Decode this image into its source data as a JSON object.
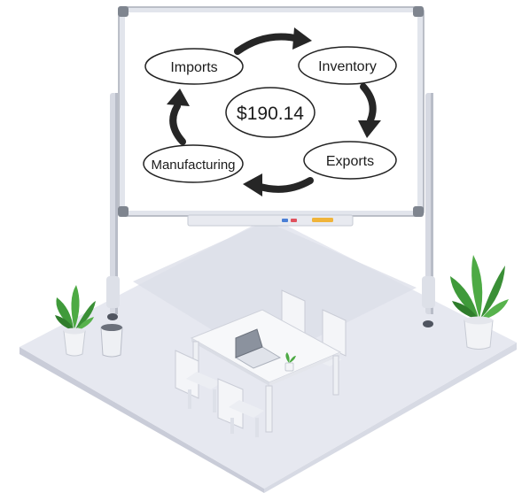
{
  "diagram": {
    "center_value": "$190.14",
    "nodes": [
      {
        "id": "imports",
        "label": "Imports"
      },
      {
        "id": "inventory",
        "label": "Inventory"
      },
      {
        "id": "exports",
        "label": "Exports"
      },
      {
        "id": "manufacturing",
        "label": "Manufacturing"
      }
    ],
    "flow": [
      "Imports",
      "Inventory",
      "Exports",
      "Manufacturing",
      "Imports"
    ]
  },
  "scene": {
    "objects": [
      "whiteboard",
      "marker-tray",
      "conference-table",
      "chairs",
      "laptop",
      "potted-plants",
      "waste-bin"
    ]
  },
  "colors": {
    "board_frame": "#7f858f",
    "board_surface": "#ffffff",
    "floor_top": "#e4e6ee",
    "floor_side": "#cdd0dc",
    "arrow": "#262626",
    "plant_leaf": "#3f9a3a",
    "marker_blue": "#4a7fd6",
    "marker_red": "#e0525e",
    "marker_yellow": "#f0b43a"
  }
}
